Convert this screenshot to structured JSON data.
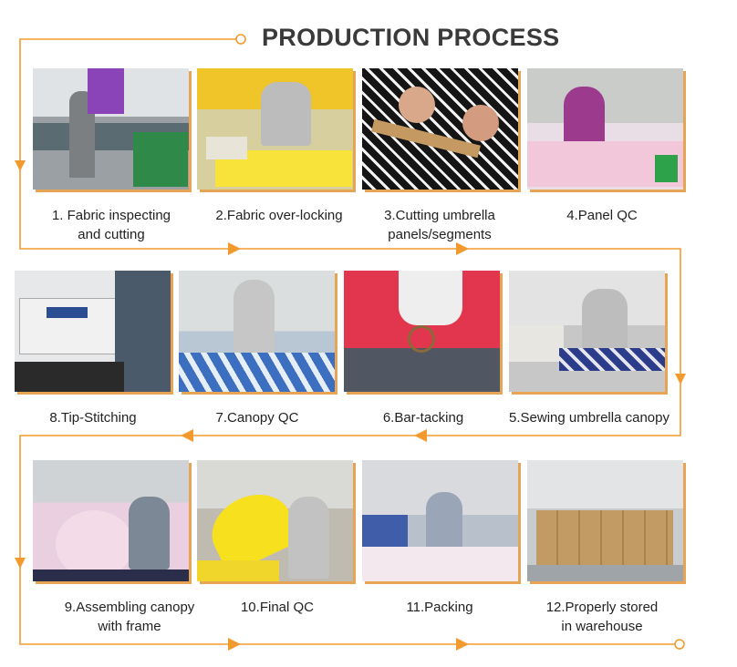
{
  "title": "PRODUCTION PROCESS",
  "accent_color": "#f39a2e",
  "steps": [
    {
      "line1": "1. Fabric inspecting",
      "line2": "and cutting"
    },
    {
      "line1": "2.Fabric over-locking",
      "line2": ""
    },
    {
      "line1": "3.Cutting umbrella",
      "line2": "panels/segments"
    },
    {
      "line1": "4.Panel QC",
      "line2": ""
    },
    {
      "line1": "5.Sewing umbrella canopy",
      "line2": ""
    },
    {
      "line1": "6.Bar-tacking",
      "line2": ""
    },
    {
      "line1": "7.Canopy QC",
      "line2": ""
    },
    {
      "line1": "8.Tip-Stitching",
      "line2": ""
    },
    {
      "line1": "9.Assembling canopy",
      "line2": "with frame"
    },
    {
      "line1": "10.Final QC",
      "line2": ""
    },
    {
      "line1": "11.Packing",
      "line2": ""
    },
    {
      "line1": "12.Properly stored",
      "line2": "in warehouse"
    }
  ]
}
